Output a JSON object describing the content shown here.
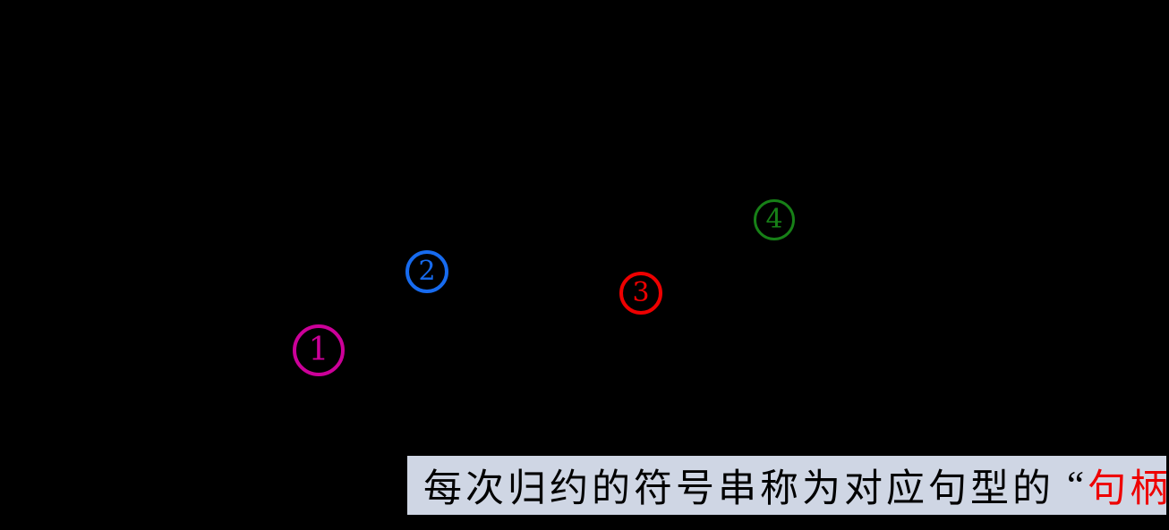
{
  "slide": {
    "background_color": "#000000"
  },
  "annotations": [
    {
      "name": "step-1",
      "number": "1",
      "color": "#cc0099"
    },
    {
      "name": "step-2",
      "number": "2",
      "color": "#176bef"
    },
    {
      "name": "step-3",
      "number": "3",
      "color": "#ee0000"
    },
    {
      "name": "step-4",
      "number": "4",
      "color": "#178017"
    }
  ],
  "callout": {
    "background_color": "#cfd6e4",
    "text_color": "#000000",
    "prefix": "每次归约的符号串称为对应句型的",
    "open_quote": "“",
    "highlight": "句柄",
    "highlight_color": "#ee0000",
    "close_quote": "”"
  }
}
